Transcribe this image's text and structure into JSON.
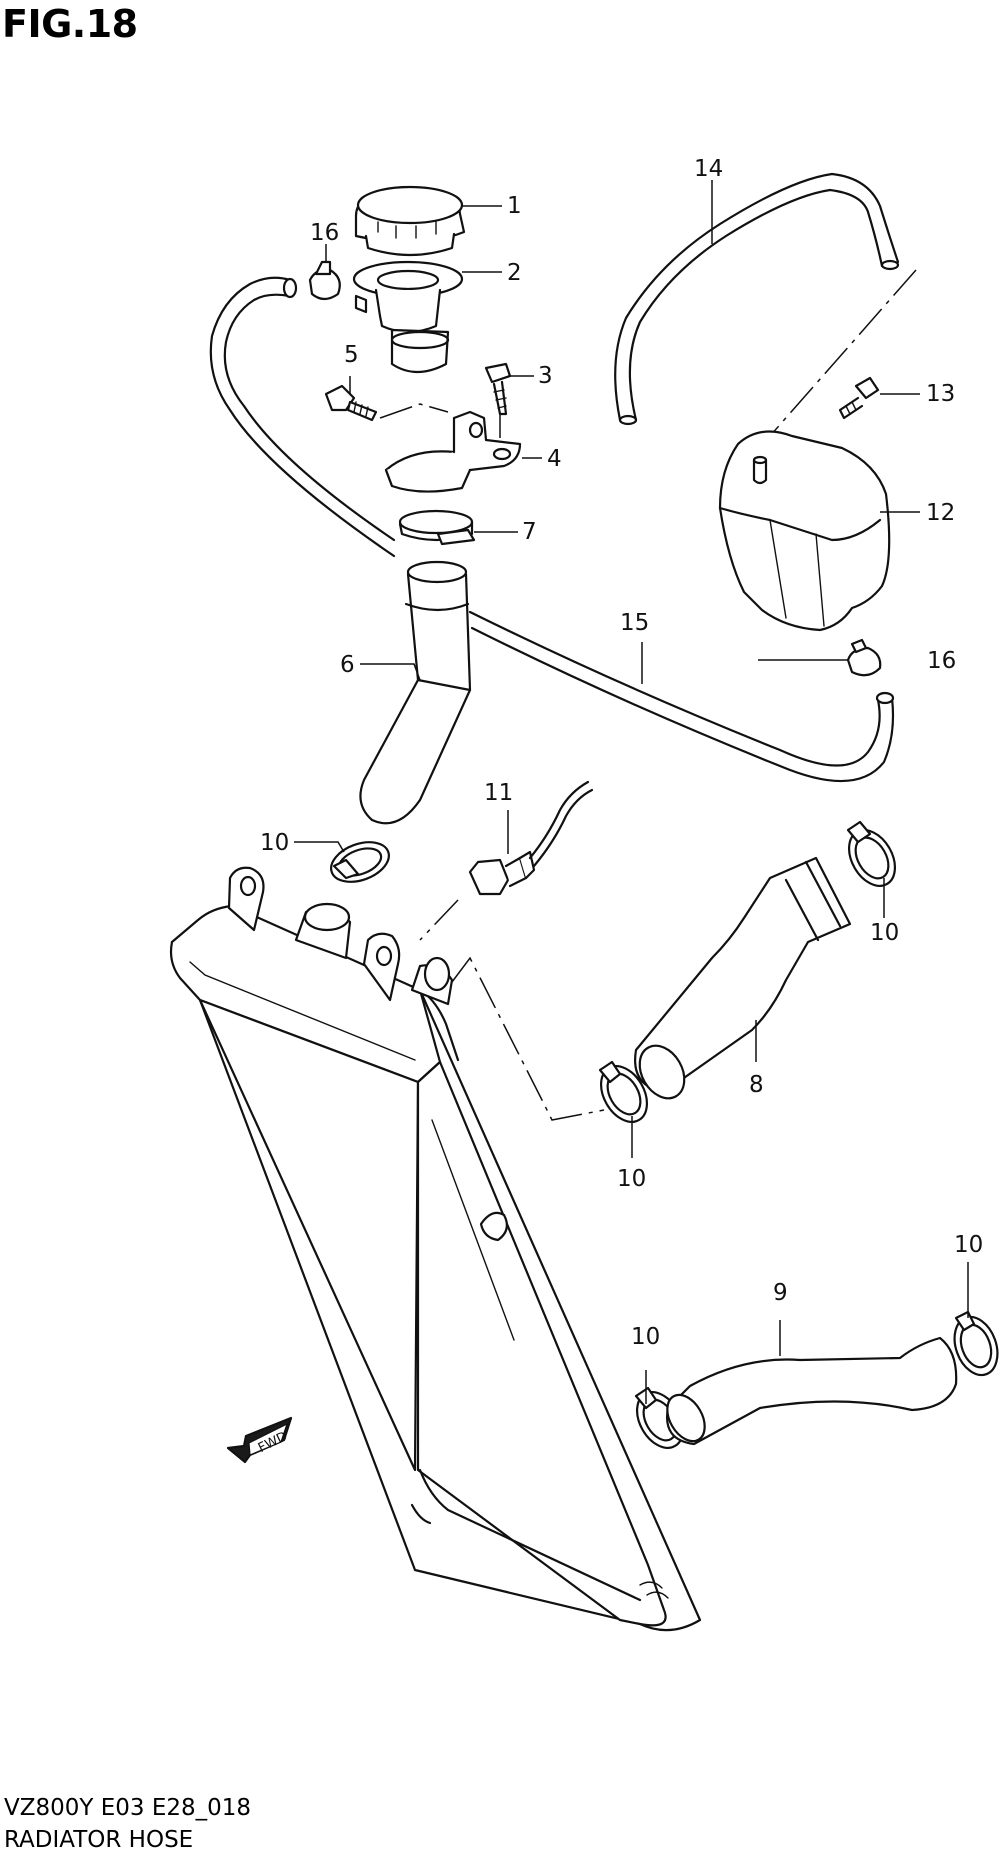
{
  "figure": {
    "title": "FIG.18",
    "footer_code": "VZ800Y E03 E28_018",
    "footer_name": "RADIATOR HOSE"
  },
  "callouts": {
    "c1": "1",
    "c2": "2",
    "c3": "3",
    "c4": "4",
    "c5": "5",
    "c6": "6",
    "c7": "7",
    "c8": "8",
    "c9": "9",
    "c10a": "10",
    "c10b": "10",
    "c10c": "10",
    "c10d": "10",
    "c10e": "10",
    "c11": "11",
    "c12": "12",
    "c13": "13",
    "c14": "14",
    "c15": "15",
    "c16a": "16",
    "c16b": "16"
  },
  "fwd_marker": "FWD"
}
